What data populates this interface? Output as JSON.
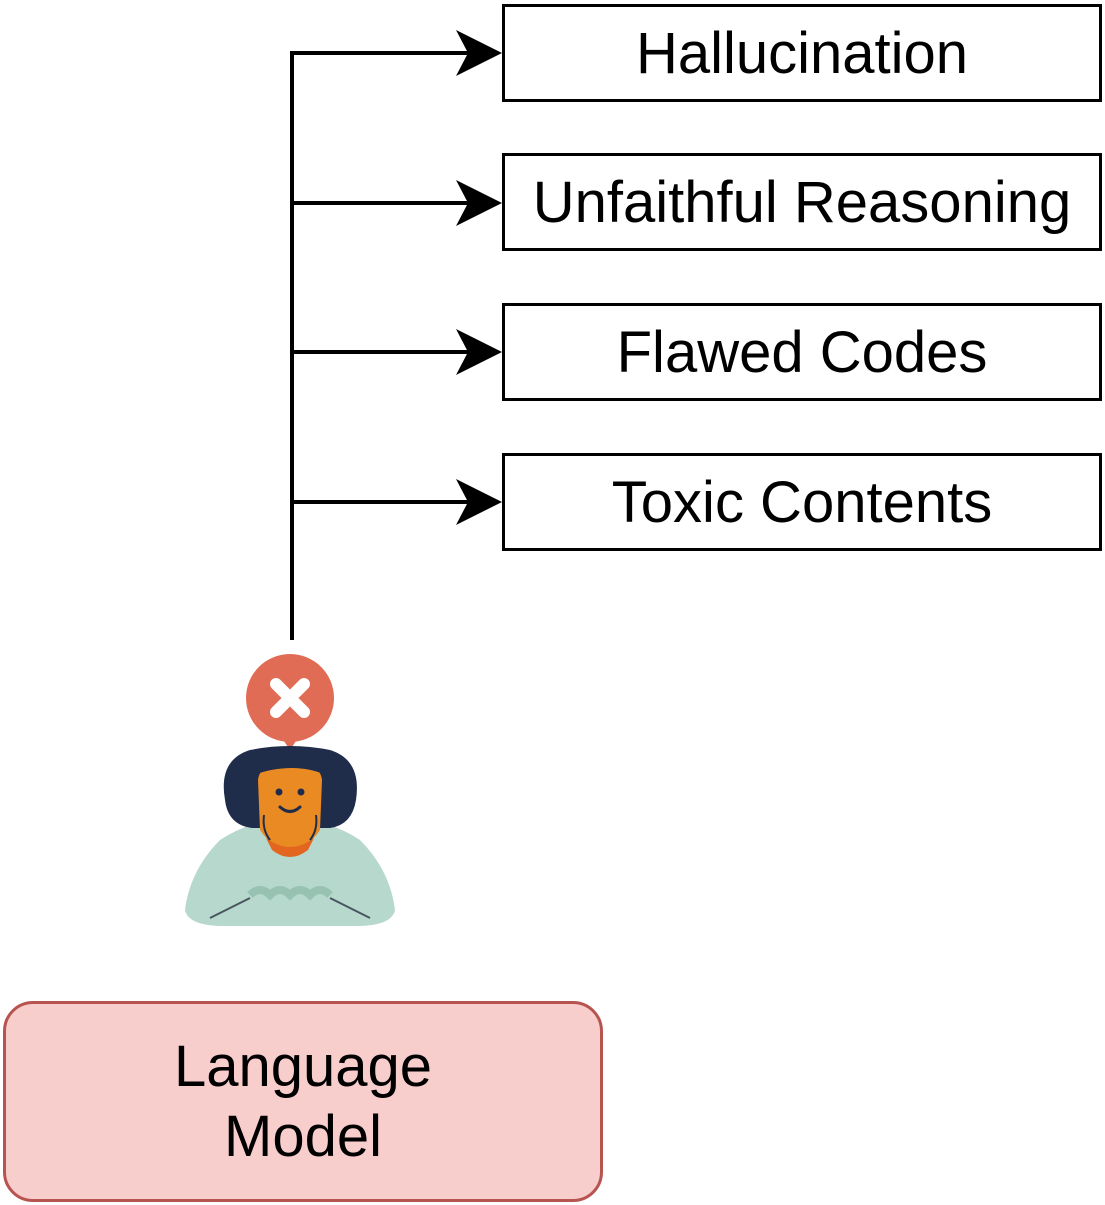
{
  "outcomes": [
    {
      "label": "Hallucination"
    },
    {
      "label": "Unfaithful Reasoning"
    },
    {
      "label": "Flawed Codes"
    },
    {
      "label": "Toxic Contents"
    }
  ],
  "source": {
    "label": "Language Model",
    "fill": "#f8cecc",
    "stroke": "#b85450"
  },
  "figure": {
    "icon": "person-with-error-bubble",
    "badge_icon": "x-mark",
    "badge_color": "#e06c55",
    "hair_color": "#1f2d4a",
    "skin_color": "#e98a23",
    "sweater_color": "#b7d8cc"
  }
}
